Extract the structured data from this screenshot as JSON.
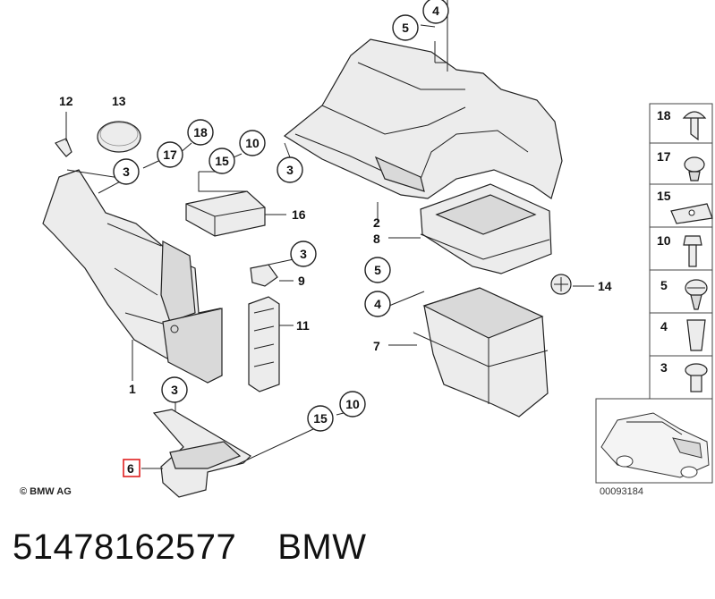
{
  "copyright": "© BMW AG",
  "image_code": "00093184",
  "footer": {
    "part_number": "51478162577",
    "brand": "BMW"
  },
  "callouts": [
    "1",
    "2",
    "3",
    "4",
    "5",
    "6",
    "7",
    "8",
    "9",
    "10",
    "11",
    "12",
    "13",
    "14",
    "15",
    "16",
    "17",
    "18"
  ],
  "highlighted_callout": "6",
  "highlight_color": "#e02020",
  "legend_items": [
    "18",
    "17",
    "15",
    "10",
    "5",
    "4",
    "3"
  ]
}
